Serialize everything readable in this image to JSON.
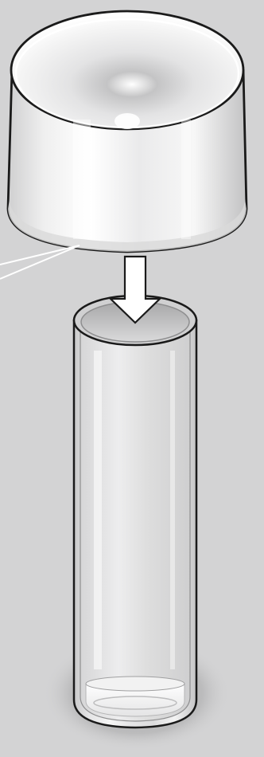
{
  "illustration": {
    "subject": "cap-onto-vial-assembly",
    "objects": [
      "cap",
      "vial",
      "insertion-arrow",
      "callout-leader"
    ],
    "colors": {
      "background": "#d3d3d4",
      "outline": "#1a1a1a",
      "cap_body": "#ececec",
      "vial_glass": "#e9e9e9",
      "arrow_fill": "#ffffff",
      "shadow": "#a9a9aa",
      "leader_line": "#ffffff"
    },
    "arrow_direction": "down"
  }
}
